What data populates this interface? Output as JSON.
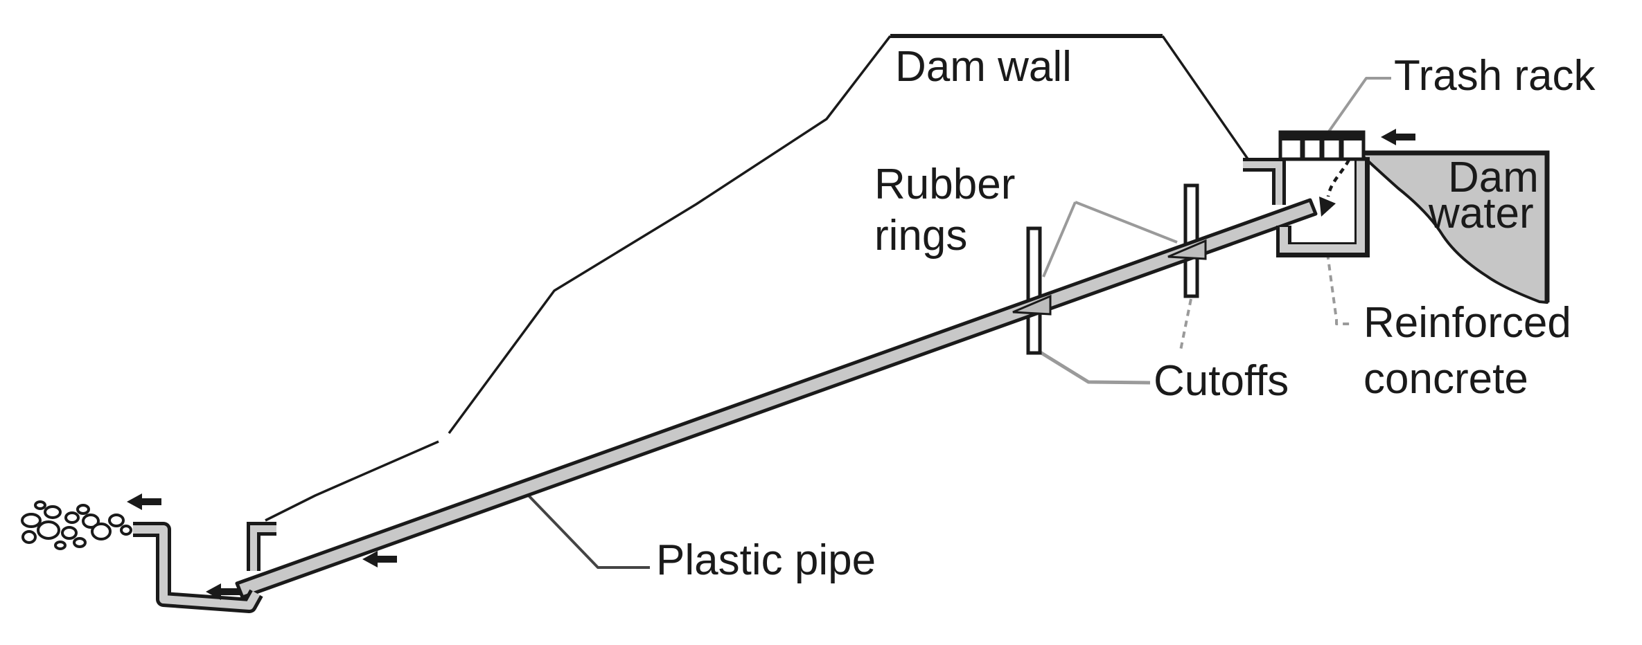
{
  "diagram": {
    "labels": {
      "dam_wall": "Dam wall",
      "trash_rack": "Trash rack",
      "dam_water_line1": "Dam",
      "dam_water_line2": "water",
      "rubber_rings_line1": "Rubber",
      "rubber_rings_line2": "rings",
      "cutoffs": "Cutoffs",
      "reinforced_concrete_line1": "Reinforced",
      "reinforced_concrete_line2": "concrete",
      "plastic_pipe": "Plastic pipe"
    },
    "icons": {
      "flow_arrow": "solid left-pointing arrow (direction of water flow)",
      "intake_flow_arrow": "dashed curved arrow into intake box",
      "trash_rack_grid": "grid of bars over intake",
      "rocks": "rip-rap stones at outlet"
    },
    "colors": {
      "ink": "#1a1a1a",
      "pipe_fill": "#c8c8c8",
      "water_fill": "#c6c6c6",
      "concrete_fill": "#cccccc",
      "leader": "#9a9a9a",
      "background": "#ffffff"
    }
  }
}
